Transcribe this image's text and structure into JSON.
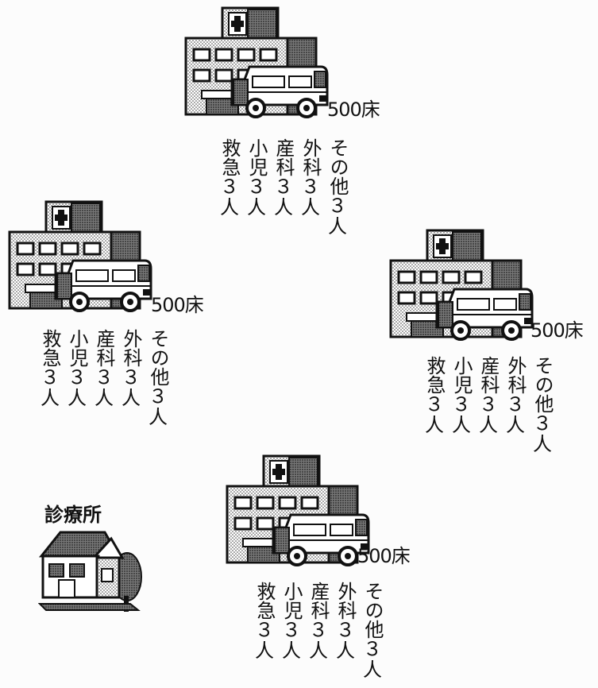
{
  "hospitals": [
    {
      "beds_label": "500床",
      "departments": [
        {
          "name": "救急",
          "count": "３",
          "unit": "人"
        },
        {
          "name": "小児",
          "count": "３",
          "unit": "人"
        },
        {
          "name": "産科",
          "count": "３",
          "unit": "人"
        },
        {
          "name": "外科",
          "count": "３",
          "unit": "人"
        },
        {
          "name": "その他",
          "count": "３",
          "unit": "人"
        }
      ]
    },
    {
      "beds_label": "500床",
      "departments": [
        {
          "name": "救急",
          "count": "３",
          "unit": "人"
        },
        {
          "name": "小児",
          "count": "３",
          "unit": "人"
        },
        {
          "name": "産科",
          "count": "３",
          "unit": "人"
        },
        {
          "name": "外科",
          "count": "３",
          "unit": "人"
        },
        {
          "name": "その他",
          "count": "３",
          "unit": "人"
        }
      ]
    },
    {
      "beds_label": "500床",
      "departments": [
        {
          "name": "救急",
          "count": "３",
          "unit": "人"
        },
        {
          "name": "小児",
          "count": "３",
          "unit": "人"
        },
        {
          "name": "産科",
          "count": "３",
          "unit": "人"
        },
        {
          "name": "外科",
          "count": "３",
          "unit": "人"
        },
        {
          "name": "その他",
          "count": "３",
          "unit": "人"
        }
      ]
    },
    {
      "beds_label": "500床",
      "departments": [
        {
          "name": "救急",
          "count": "３",
          "unit": "人"
        },
        {
          "name": "小児",
          "count": "３",
          "unit": "人"
        },
        {
          "name": "産科",
          "count": "３",
          "unit": "人"
        },
        {
          "name": "外科",
          "count": "３",
          "unit": "人"
        },
        {
          "name": "その他",
          "count": "３",
          "unit": "人"
        }
      ]
    }
  ],
  "clinic": {
    "label": "診療所",
    "icon": "house-icon"
  },
  "icons": {
    "hospital": "hospital-icon",
    "ambulance": "ambulance-icon"
  }
}
